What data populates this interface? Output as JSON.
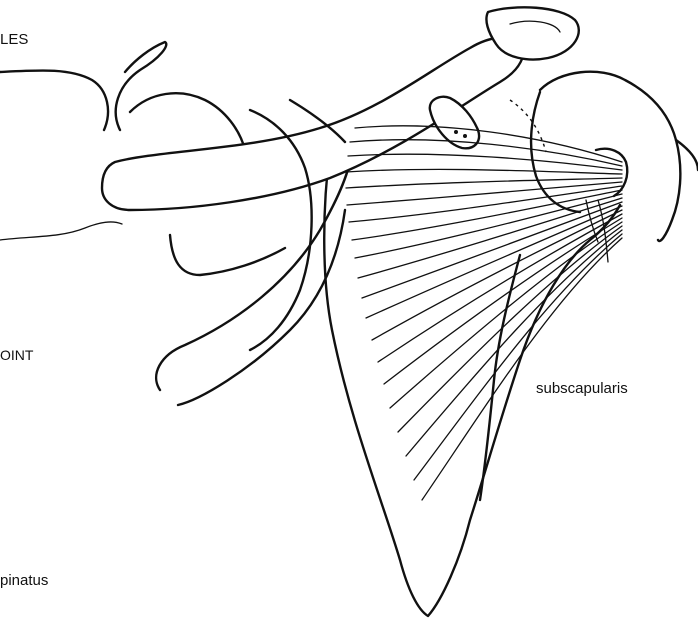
{
  "labels": {
    "top_left": "LES",
    "mid_left": "OINT",
    "right": "subscapularis",
    "bottom_left": "pinatus"
  },
  "colors": {
    "ink": "#111111",
    "background": "#ffffff"
  }
}
